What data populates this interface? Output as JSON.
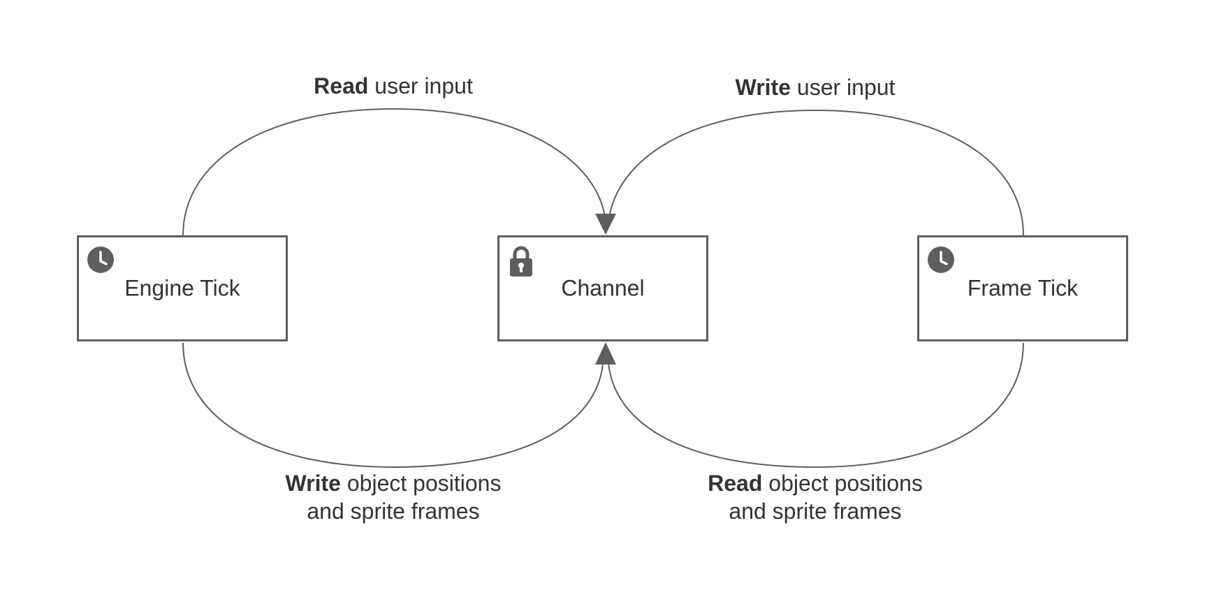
{
  "nodes": {
    "engine_tick": {
      "label": "Engine Tick",
      "icon": "clock-icon"
    },
    "channel": {
      "label": "Channel",
      "icon": "lock-icon"
    },
    "frame_tick": {
      "label": "Frame Tick",
      "icon": "clock-icon"
    }
  },
  "edges": {
    "engine_read": {
      "bold": "Read",
      "rest": " user input"
    },
    "frame_write": {
      "bold": "Write",
      "rest": " user input"
    },
    "engine_write": {
      "bold": "Write",
      "rest": " object positions",
      "line2": "and sprite frames"
    },
    "frame_read": {
      "bold": "Read",
      "rest": " object positions",
      "line2": "and sprite frames"
    }
  },
  "colors": {
    "stroke": "#5e5e5e",
    "text": "#333333",
    "background": "#ffffff"
  }
}
